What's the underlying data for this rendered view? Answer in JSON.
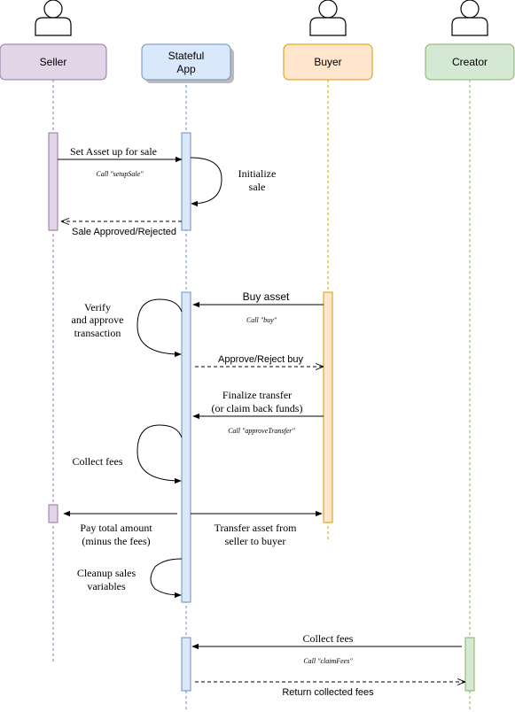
{
  "actors": {
    "seller": "Seller",
    "app_line1": "Stateful",
    "app_line2": "App",
    "buyer": "Buyer",
    "creator": "Creator"
  },
  "messages": {
    "setup_sale": "Set Asset up for sale",
    "setup_sale_call": "Call \"setupSale\"",
    "init_sale_1": "Initialize",
    "init_sale_2": "sale",
    "sale_result": "Sale Approved/Rejected",
    "buy_asset": "Buy asset",
    "buy_call": "Call \"buy\"",
    "verify_1": "Verify",
    "verify_2": "and approve",
    "verify_3": "transaction",
    "approve_reject": "Approve/Reject buy",
    "finalize_1": "Finalize transfer",
    "finalize_2": "(or claim back funds)",
    "finalize_call": "Call \"approveTransfer\"",
    "collect_fees_self": "Collect fees",
    "pay_1": "Pay total amount",
    "pay_2": "(minus the fees)",
    "transfer_1": "Transfer asset from",
    "transfer_2": "seller to buyer",
    "cleanup_1": "Cleanup sales",
    "cleanup_2": "variables",
    "collect_fees": "Collect fees",
    "claim_call": "Call \"claimFees\"",
    "return_fees": "Return collected fees"
  },
  "colors": {
    "seller_fill": "#e1d5e7",
    "seller_stroke": "#9673a6",
    "app_fill": "#dae8fc",
    "app_stroke": "#6c8ebf",
    "buyer_fill": "#ffe6cc",
    "buyer_stroke": "#d79b00",
    "creator_fill": "#d5e8d4",
    "creator_stroke": "#82b366"
  }
}
